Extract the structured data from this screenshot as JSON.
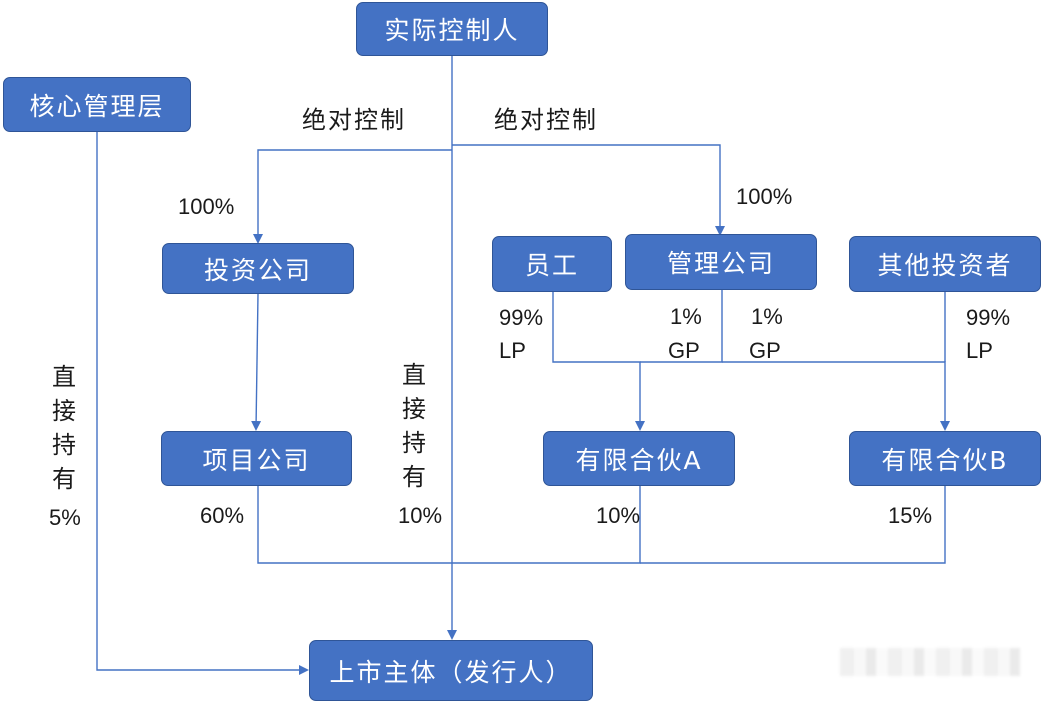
{
  "nodes": {
    "actual_controller": "实际控制人",
    "core_management": "核心管理层",
    "investment_company": "投资公司",
    "project_company": "项目公司",
    "employees": "员工",
    "management_company": "管理公司",
    "other_investors": "其他投资者",
    "partnership_a": "有限合伙A",
    "partnership_b": "有限合伙B",
    "listed_entity": "上市主体（发行人）"
  },
  "labels": {
    "absolute_control_left": "绝对控制",
    "absolute_control_right": "绝对控制",
    "investment_pct": "100%",
    "management_pct": "100%",
    "employee_pct": "99%",
    "employee_type": "LP",
    "gp_a_pct": "1%",
    "gp_a_type": "GP",
    "gp_b_pct": "1%",
    "gp_b_type": "GP",
    "other_pct": "99%",
    "other_type": "LP",
    "project_pct": "60%",
    "partnership_a_pct": "10%",
    "partnership_b_pct": "15%",
    "direct_hold_left": "直接持有",
    "direct_hold_left_pct": "5%",
    "direct_hold_center": "直接持有",
    "direct_hold_center_pct": "10%"
  },
  "colors": {
    "node_fill": "#4472c4",
    "node_border": "#2f5597",
    "connector": "#4472c4",
    "label_text": "#1a1a1a"
  }
}
